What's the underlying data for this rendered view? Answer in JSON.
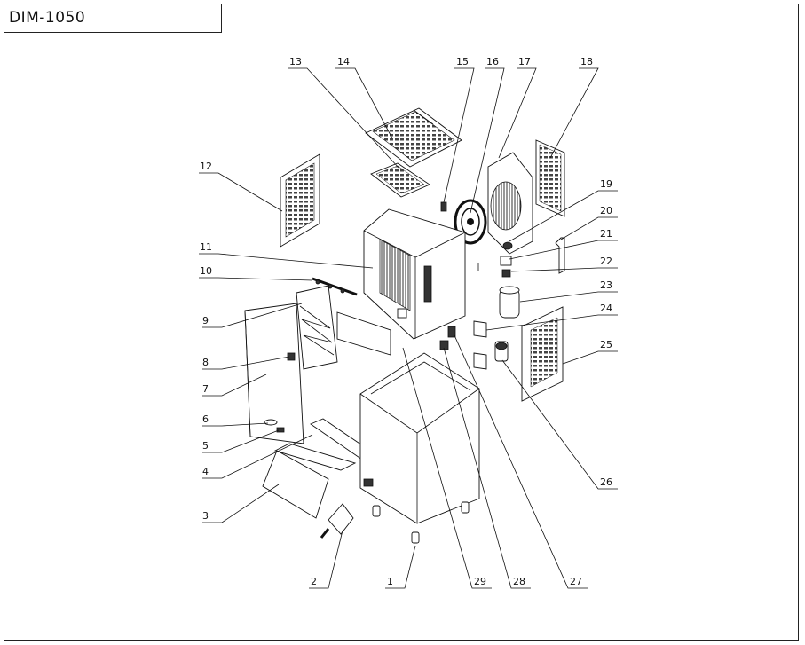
{
  "drawing": {
    "model": "DIM-1050"
  },
  "parts": [
    {
      "num": "1"
    },
    {
      "num": "2"
    },
    {
      "num": "3"
    },
    {
      "num": "4"
    },
    {
      "num": "5"
    },
    {
      "num": "6"
    },
    {
      "num": "7"
    },
    {
      "num": "8"
    },
    {
      "num": "9"
    },
    {
      "num": "10"
    },
    {
      "num": "11"
    },
    {
      "num": "12"
    },
    {
      "num": "13"
    },
    {
      "num": "14"
    },
    {
      "num": "15"
    },
    {
      "num": "16"
    },
    {
      "num": "17"
    },
    {
      "num": "18"
    },
    {
      "num": "19"
    },
    {
      "num": "20"
    },
    {
      "num": "21"
    },
    {
      "num": "22"
    },
    {
      "num": "23"
    },
    {
      "num": "24"
    },
    {
      "num": "25"
    },
    {
      "num": "26"
    },
    {
      "num": "27"
    },
    {
      "num": "28"
    },
    {
      "num": "29"
    }
  ]
}
